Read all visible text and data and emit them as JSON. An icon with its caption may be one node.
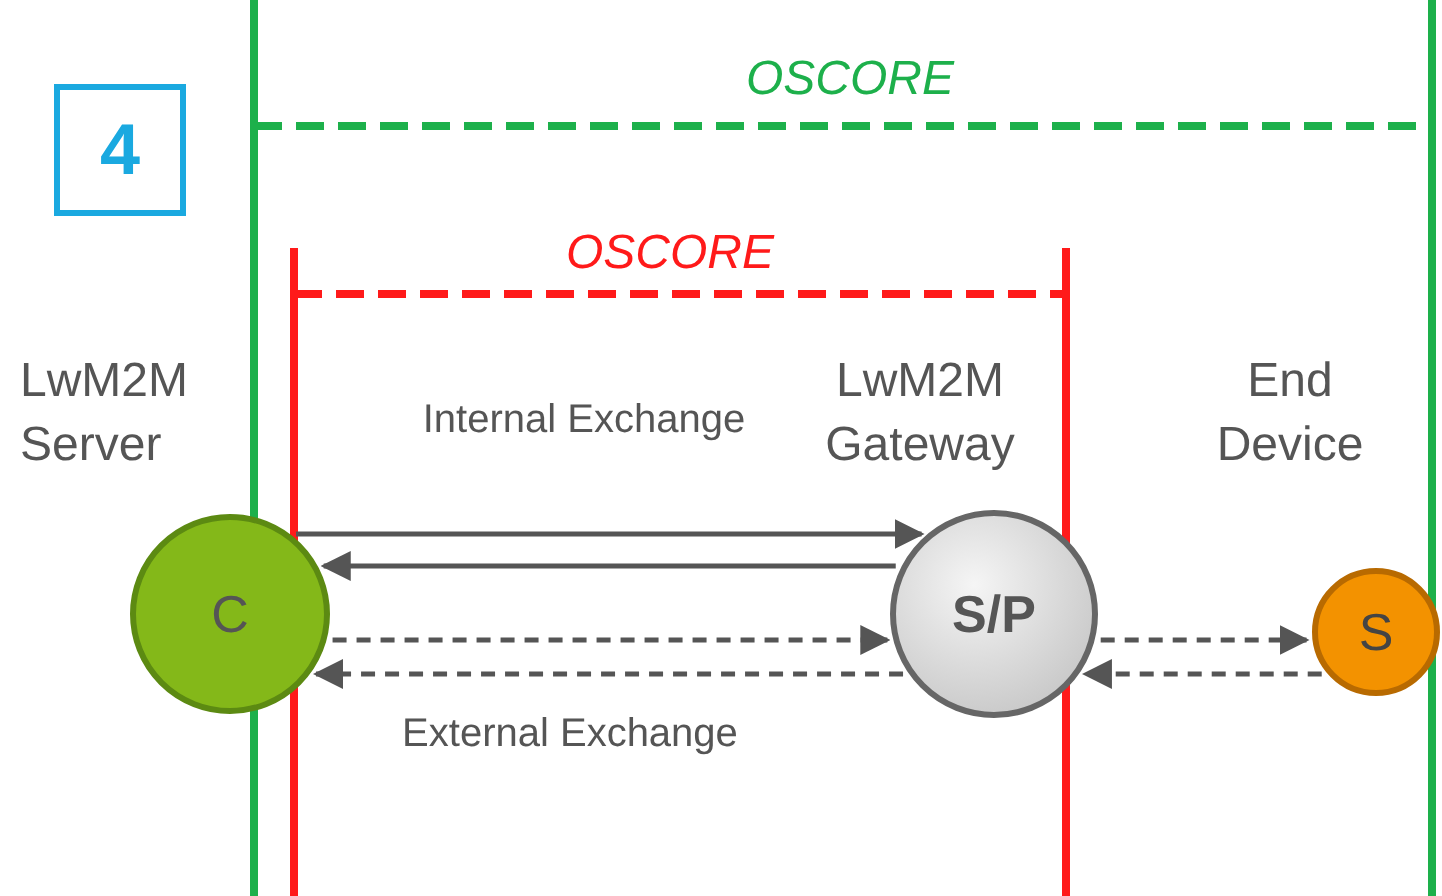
{
  "diagram": {
    "nodes": [
      {
        "text": [
          "4"
        ]
      },
      {
        "text": [
          "C"
        ],
        "beside": [
          "LwM2M Server"
        ]
      },
      {
        "text": [
          "S/P"
        ],
        "beside": [
          "LwM2M Gateway"
        ]
      },
      {
        "text": [
          "S"
        ],
        "beside": [
          "End Device"
        ]
      }
    ],
    "edges": [
      {
        "from": 1,
        "to": 2,
        "arrow": "to",
        "label": "Internal Exchange"
      },
      {
        "from": 2,
        "to": 1,
        "arrow": "to"
      },
      {
        "from": 1,
        "to": 2,
        "arrow": "to",
        "style": "dashed"
      },
      {
        "from": 2,
        "to": 1,
        "arrow": "to",
        "style": "dashed",
        "label": "External Exchange"
      },
      {
        "from": 2,
        "to": 3,
        "arrow": "to",
        "style": "dashed"
      },
      {
        "from": 3,
        "to": 2,
        "arrow": "to",
        "style": "dashed"
      }
    ],
    "labels": [
      "OSCORE",
      "OSCORE"
    ]
  }
}
